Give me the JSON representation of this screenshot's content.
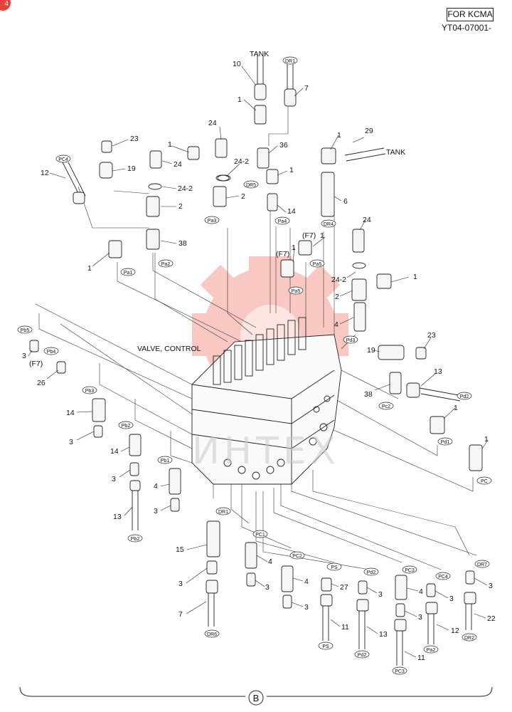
{
  "header": {
    "box_label": "FOR KCMA",
    "code": "YT04-07001-",
    "corner_mark": "4"
  },
  "watermark": "ИНТЕХ",
  "footer": {
    "marker": "B"
  },
  "labels": {
    "tank_top": "TANK",
    "tank_right": "TANK",
    "valve": "VALVE, CONTROL",
    "f7a": "(F7)",
    "f7b": "(F7)",
    "f7c": "(F7)",
    "n10": "10",
    "n7a": "7",
    "n1a": "1",
    "n24a": "24",
    "n36": "36",
    "n24_2a": "24-2",
    "n1b": "1",
    "n2a": "2",
    "n23a": "23",
    "n19a": "19",
    "n24b": "24",
    "n1c": "1",
    "n24_2b": "24-2",
    "n2b": "2",
    "n12a": "12",
    "n1d": "1",
    "n38a": "38",
    "n1e": "1",
    "n14a": "14",
    "n29": "29",
    "n1f": "1",
    "n6": "6",
    "n1g": "1",
    "n1h": "1",
    "n24c": "24",
    "n24_2c": "24-2",
    "n2c": "2",
    "n1i": "1",
    "n4a": "4",
    "n23b": "23",
    "n19b": "19",
    "n13a": "13",
    "n38b": "38",
    "n1j": "1",
    "n1k": "1",
    "n3a": "3",
    "n26": "26",
    "n14b": "14",
    "n3b": "3",
    "n14c": "14",
    "n3c": "3",
    "n13b": "13",
    "n4b": "4",
    "n3d": "3",
    "n15": "15",
    "n3e": "3",
    "n7b": "7",
    "n4c": "4",
    "n3f": "3",
    "n4d": "4",
    "n3g": "3",
    "n27": "27",
    "n11a": "11",
    "n3h": "3",
    "n13c": "13",
    "n4e": "4",
    "n3i": "3",
    "n11b": "11",
    "n3j": "3",
    "n12b": "12",
    "n3k": "3",
    "n22": "22"
  },
  "tags": {
    "dr1_top": "DR1",
    "pc4_top": "PC4",
    "dr5": "DR5",
    "pa3": "Pa3",
    "pa4": "Pa4",
    "dr4": "DR4",
    "pa2": "Pa2",
    "pa1": "Pa1",
    "pb5": "Pb5",
    "pa5": "Pa5",
    "pa5b": "Pa5",
    "pb4": "Pb4",
    "pd3": "Pd3",
    "pb3": "Pb3",
    "pd2": "Pd2",
    "pc2": "Pc2",
    "pb2": "Pb2",
    "pd1": "Pd1",
    "pb1": "Pb1",
    "pc": "PC",
    "pb2_bot": "Pb2",
    "dr1_mid": "DR1",
    "pc1": "PC1",
    "pc2_mid": "PC2",
    "ps": "PS",
    "pd2_mid": "Pd2",
    "pc3": "PC3",
    "pc4_mid": "PC4",
    "dr7": "DR7",
    "dr6": "DR6",
    "ps_bot": "PS",
    "pd2_bot": "Pd2",
    "pc3_bot": "PC3",
    "pa2_bot": "Pa2",
    "dr2": "DR2"
  }
}
